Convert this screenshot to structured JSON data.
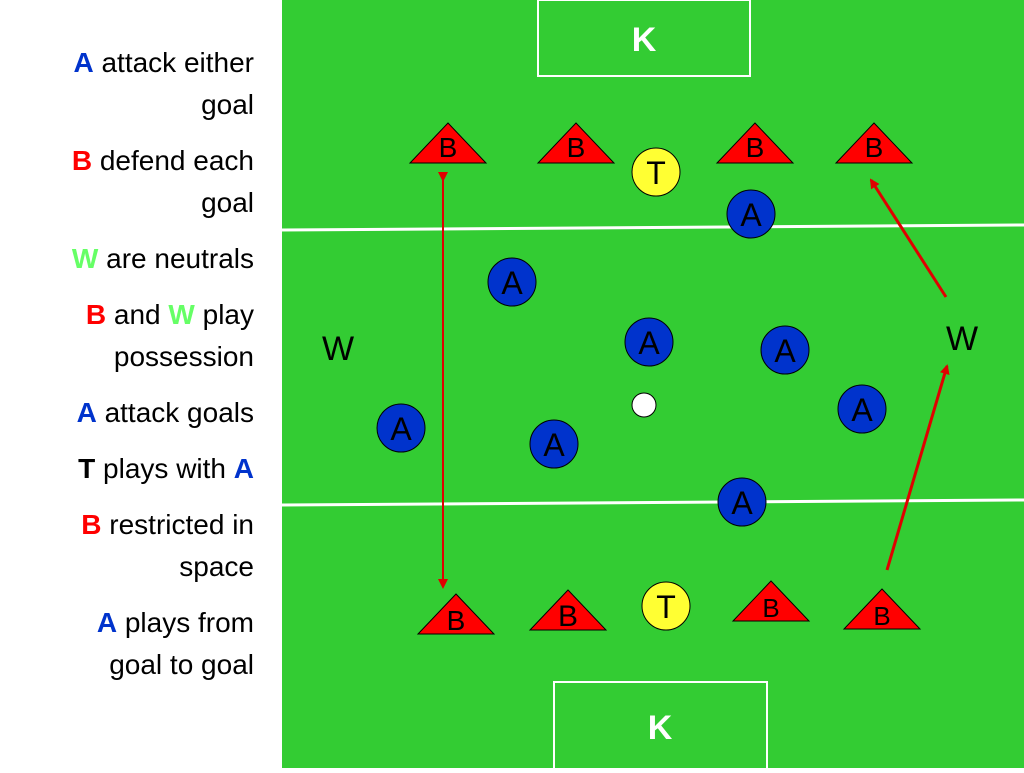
{
  "colors": {
    "field": "#33cc33",
    "line": "#ffffff",
    "team_a": "#0033cc",
    "team_b": "#ff0000",
    "neutral": "#66ff66",
    "target": "#ffff33",
    "arrow": "#e00000",
    "text": "#000000"
  },
  "legend": [
    {
      "key": "A",
      "key_color": "#0033cc",
      "line1": "attack either",
      "line2": "goal"
    },
    {
      "key": "B",
      "key_color": "#ff0000",
      "line1": "defend each",
      "line2": "goal"
    },
    {
      "key": "W",
      "key_color": "#66ff66",
      "line1": "are neutrals",
      "line2": ""
    },
    {
      "key": "B",
      "key_color": "#ff0000",
      "mid": "and",
      "key2": "W",
      "key2_color": "#66ff66",
      "line1": "play",
      "line2": "possession"
    },
    {
      "key": "A",
      "key_color": "#0033cc",
      "line1": "attack goals",
      "line2": ""
    },
    {
      "key": "T",
      "key_color": "#000000",
      "line1": "plays with",
      "tail": "A",
      "tail_color": "#0033cc",
      "line2": ""
    },
    {
      "key": "B",
      "key_color": "#ff0000",
      "line1": "restricted in",
      "line2": "space"
    },
    {
      "key": "A",
      "key_color": "#0033cc",
      "line1": "plays from",
      "line2": "goal to goal"
    }
  ],
  "goals": {
    "top_label": "K",
    "bottom_label": "K"
  },
  "players": {
    "a_label": "A",
    "b_label": "B",
    "t_label": "T",
    "w_label": "W"
  }
}
